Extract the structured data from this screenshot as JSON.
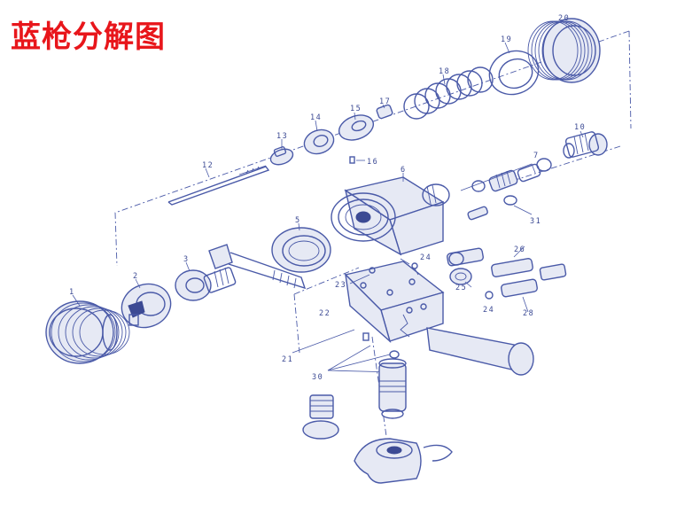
{
  "title": "蓝枪分解图",
  "colors": {
    "title": "#e8161b",
    "line": "#4a5aa8"
  },
  "parts": {
    "p1": "1",
    "p2": "2",
    "p3": "3",
    "p5": "5",
    "p6": "6",
    "p7": "7",
    "p10": "10",
    "p12": "12",
    "p13": "13",
    "p14": "14",
    "p15": "15",
    "p16": "16",
    "p17": "17",
    "p18": "18",
    "p19": "19",
    "p20": "20",
    "p21": "21",
    "p22": "22",
    "p23": "23",
    "p24a": "24",
    "p24b": "24",
    "p25": "25",
    "p26": "26",
    "p28": "28",
    "p30": "30",
    "p31": "31"
  }
}
